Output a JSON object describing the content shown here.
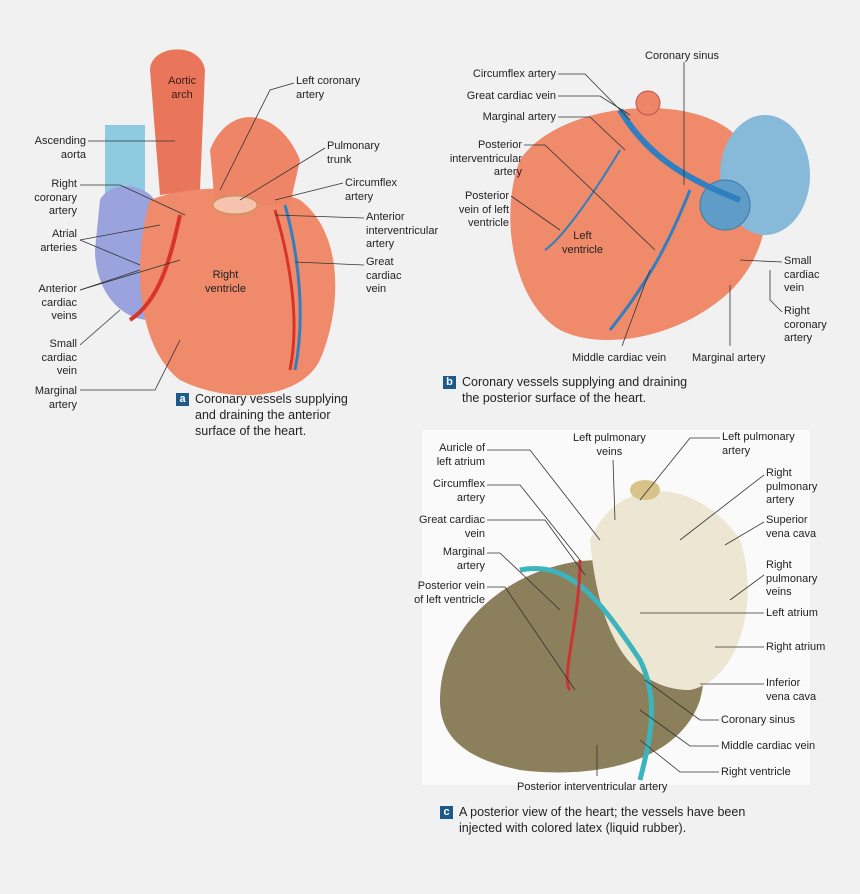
{
  "panel_a": {
    "badge": "a",
    "caption": "Coronary vessels supplying\nand draining the anterior\nsurface of the heart.",
    "labels": [
      "Aortic\narch",
      "Left coronary\nartery",
      "Ascending\naorta",
      "Pulmonary\ntrunk",
      "Right\ncoronary\nartery",
      "Circumflex\nartery",
      "Atrial\narteries",
      "Anterior\ninterventricular\nartery",
      "Right\nventricle",
      "Great\ncardiac\nvein",
      "Anterior\ncardiac\nveins",
      "Small\ncardiac\nvein",
      "Marginal\nartery"
    ]
  },
  "panel_b": {
    "badge": "b",
    "caption": "Coronary vessels supplying and draining\nthe posterior surface of the heart.",
    "labels": [
      "Coronary sinus",
      "Circumflex artery",
      "Great cardiac vein",
      "Marginal artery",
      "Posterior\ninterventricular\nartery",
      "Posterior\nvein of left\nventricle",
      "Left\nventricle",
      "Small\ncardiac\nvein",
      "Right\ncoronary\nartery",
      "Middle cardiac vein",
      "Marginal artery"
    ]
  },
  "panel_c": {
    "badge": "c",
    "caption": "A posterior view of the heart; the vessels have been\ninjected with colored latex (liquid rubber).",
    "labels": [
      "Auricle of\nleft atrium",
      "Left pulmonary\nveins",
      "Left pulmonary\nartery",
      "Right\npulmonary\nartery",
      "Circumflex\nartery",
      "Superior\nvena cava",
      "Great cardiac\nvein",
      "Marginal\nartery",
      "Right\npulmonary\nveins",
      "Posterior vein\nof left ventricle",
      "Left atrium",
      "Right atrium",
      "Inferior\nvena cava",
      "Coronary sinus",
      "Middle cardiac vein",
      "Right ventricle",
      "Posterior interventricular artery"
    ]
  },
  "colors": {
    "artery": "#d9342b",
    "vein": "#2f7fc1",
    "heart": "#ef8a6a",
    "badge": "#1d5a8a"
  }
}
